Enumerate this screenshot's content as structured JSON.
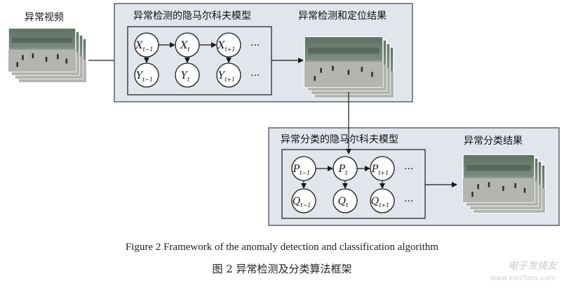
{
  "colors": {
    "panel": "#e1e5ec",
    "stroke": "#1a1a1a",
    "frame_sky": "#6a7e70",
    "frame_floor": "#a7aaa6"
  },
  "input_label": "异常视频",
  "hmm_detect": {
    "title": "异常检测的隐马尔科夫模型",
    "top_nodes": [
      {
        "name": "X",
        "sub": "t−1"
      },
      {
        "name": "X",
        "sub": "t"
      },
      {
        "name": "X",
        "sub": "t+1"
      }
    ],
    "bottom_nodes": [
      {
        "name": "Y",
        "sub": "t−1"
      },
      {
        "name": "Y",
        "sub": "t"
      },
      {
        "name": "Y",
        "sub": "t+1"
      }
    ],
    "ellipsis": "···"
  },
  "detect_result_label": "异常检测和定位结果",
  "hmm_classify": {
    "title": "异常分类的隐马尔科夫模型",
    "top_nodes": [
      {
        "name": "P",
        "sub": "t−1"
      },
      {
        "name": "P",
        "sub": "t"
      },
      {
        "name": "P",
        "sub": "t+1"
      }
    ],
    "bottom_nodes": [
      {
        "name": "Q",
        "sub": "t−1"
      },
      {
        "name": "Q",
        "sub": "t"
      },
      {
        "name": "Q",
        "sub": "t+1"
      }
    ],
    "ellipsis": "···"
  },
  "classify_result_label": "异常分类结果",
  "caption_en": "Figure 2   Framework of the anomaly detection and classification algorithm",
  "caption_zh": "图 2   异常检测及分类算法框架",
  "watermark": "电子发烧友",
  "watermark_url": "www.elecfans.com"
}
